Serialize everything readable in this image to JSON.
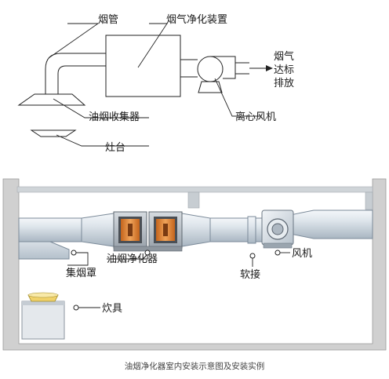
{
  "top_diagram": {
    "labels": {
      "chimney": "烟管",
      "purifier": "烟气净化装置",
      "exhaust_line1": "烟气",
      "exhaust_line2": "达标",
      "exhaust_line3": "排放",
      "collector": "油烟收集器",
      "stove": "灶台",
      "fan": "离心风机"
    }
  },
  "bottom_diagram": {
    "labels": {
      "hood": "集烟罩",
      "purifier": "油烟净化器",
      "soft_joint": "软接",
      "fan": "风机",
      "cookware": "炊具"
    },
    "caption": "油烟净化器室内安装示意图及安装实例"
  },
  "colors": {
    "duct_light": "#eef2f6",
    "duct_dark": "#a9b6c2",
    "purifier_frame": "#b0b7bf",
    "purifier_orange": "#e08a3c",
    "room_wall": "#c9c9c9"
  }
}
